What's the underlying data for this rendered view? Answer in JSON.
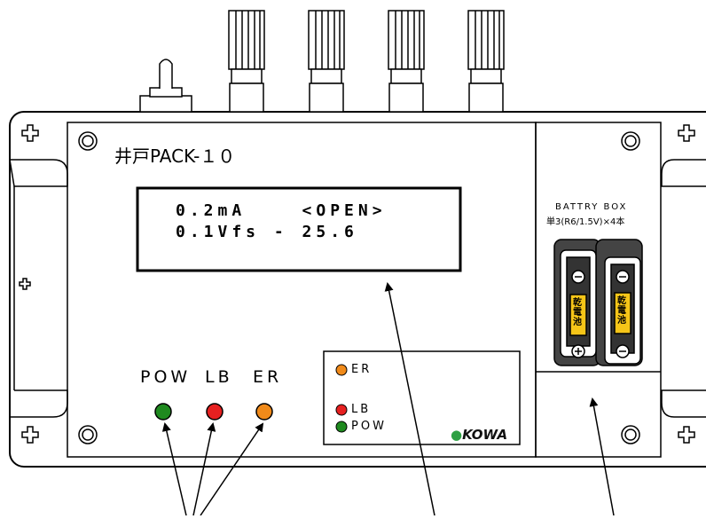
{
  "device": {
    "title": "井戸PACK-１０",
    "lcd_line1": "0.2mA    <OPEN>",
    "lcd_line2": "0.1Vfs - 25.6"
  },
  "leds": [
    {
      "label": "POW",
      "color": "#1f8a1f"
    },
    {
      "label": "LB",
      "color": "#e62020"
    },
    {
      "label": "ER",
      "color": "#f08a1a"
    }
  ],
  "legend": [
    {
      "label": "ER",
      "color": "#f08a1a"
    },
    {
      "label": "LB",
      "color": "#e62020"
    },
    {
      "label": "POW",
      "color": "#1f8a1f"
    }
  ],
  "battery_box": {
    "title": "BATTRY BOX",
    "spec": "単3(R6/1.5V)×4本",
    "battery_label": "乾電池"
  },
  "logo": {
    "text": "KOWA",
    "mark": "●",
    "mark_color": "#2ea043"
  },
  "icons": [
    "terminal-knob-icon",
    "toggle-switch-icon",
    "screw-icon",
    "battery-icon",
    "led-icon",
    "arrow-icon"
  ]
}
